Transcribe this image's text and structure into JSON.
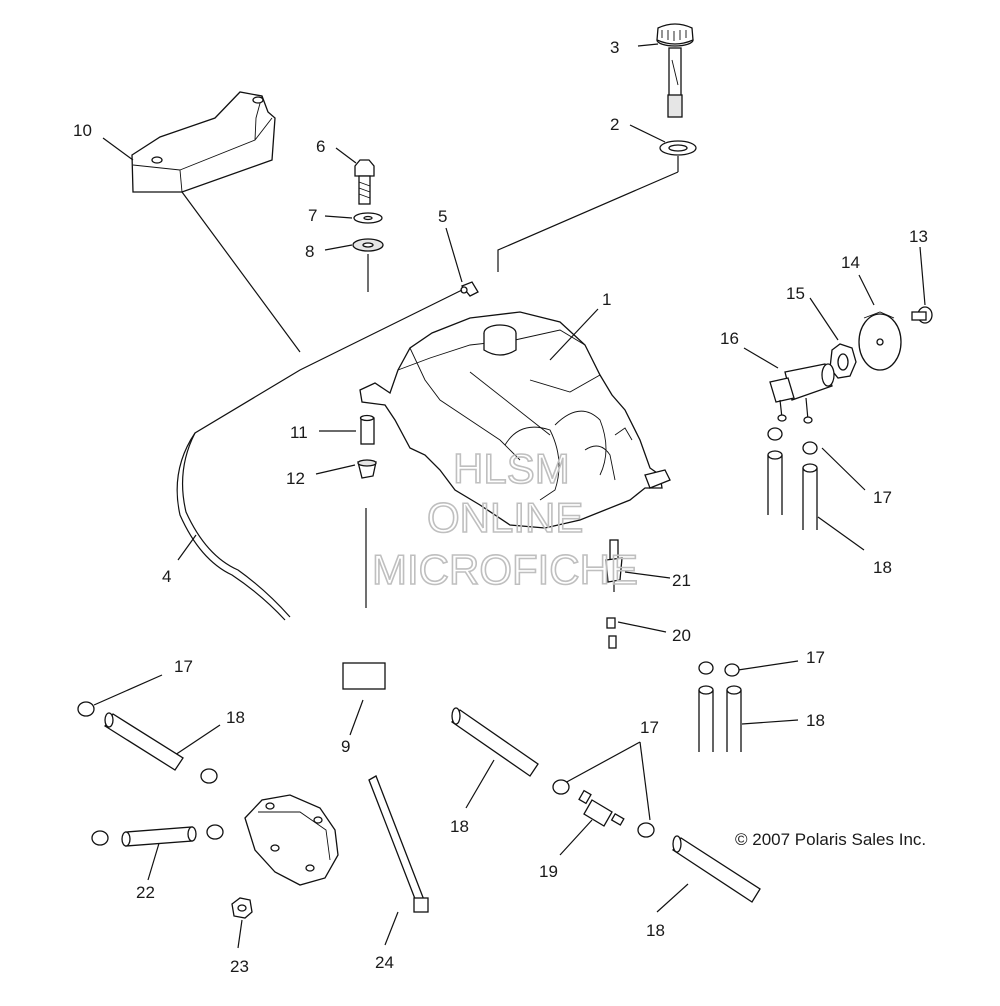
{
  "watermark": {
    "line1": "HLSM",
    "line2": "ONLINE",
    "line3": "MICROFICHE"
  },
  "copyright": "© 2007 Polaris Sales Inc.",
  "callouts": {
    "c1": "1",
    "c2": "2",
    "c3": "3",
    "c4": "4",
    "c5": "5",
    "c6": "6",
    "c7": "7",
    "c8": "8",
    "c9": "9",
    "c10": "10",
    "c11": "11",
    "c12": "12",
    "c13": "13",
    "c14": "14",
    "c15": "15",
    "c16": "16",
    "c17a": "17",
    "c17b": "17",
    "c17c": "17",
    "c17d": "17",
    "c18a": "18",
    "c18b": "18",
    "c18c": "18",
    "c18d": "18",
    "c18e": "18",
    "c19": "19",
    "c20": "20",
    "c21": "21",
    "c22": "22",
    "c23": "23",
    "c24": "24"
  }
}
